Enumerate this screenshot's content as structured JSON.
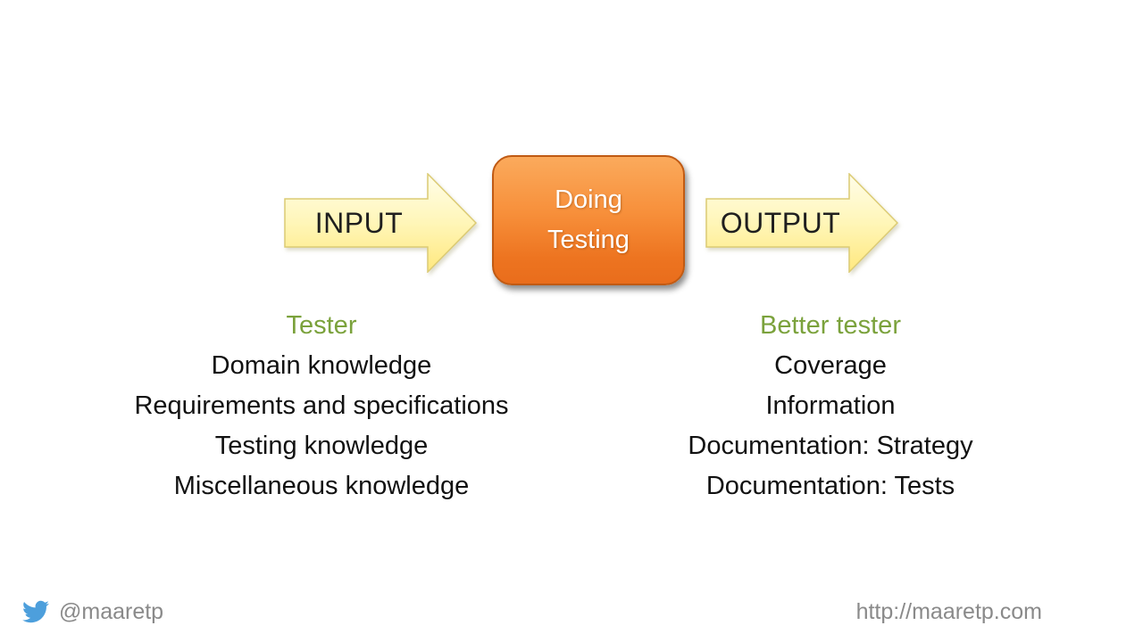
{
  "diagram": {
    "input_arrow": {
      "label": "INPUT"
    },
    "output_arrow": {
      "label": "OUTPUT"
    },
    "process_box": {
      "line1": "Doing",
      "line2": "Testing"
    },
    "left_column": {
      "title": "Tester",
      "items": [
        "Domain knowledge",
        "Requirements and specifications",
        "Testing knowledge",
        "Miscellaneous knowledge"
      ]
    },
    "right_column": {
      "title": "Better tester",
      "items": [
        "Coverage",
        "Information",
        "Documentation: Strategy",
        "Documentation: Tests"
      ]
    }
  },
  "footer": {
    "twitter_handle": "@maaretp",
    "website": "http://maaretp.com"
  },
  "colors": {
    "arrow_fill_light": "#FFFCE0",
    "arrow_fill_dark": "#FFE87E",
    "arrow_border": "#DCCB74",
    "box_fill_top": "#FBAA5C",
    "box_fill_bottom": "#E96D1C",
    "box_border": "#C05A13",
    "heading_green": "#7BA23C",
    "footer_gray": "#8A8A8A",
    "twitter_blue": "#4D9FDC"
  }
}
